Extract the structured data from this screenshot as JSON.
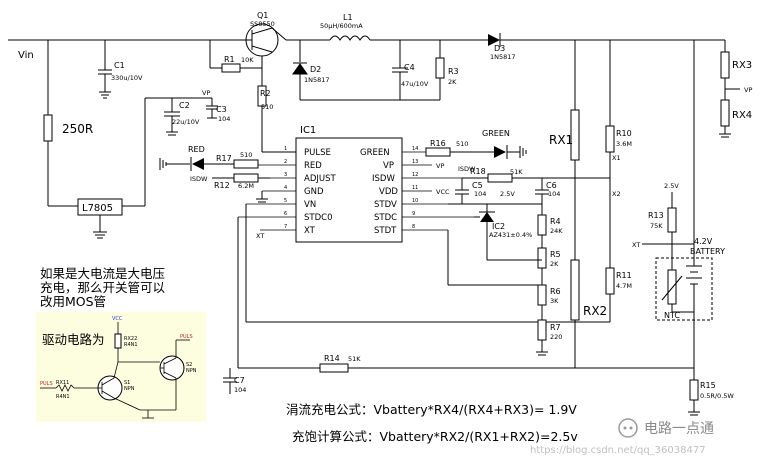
{
  "net_labels": {
    "vin": "Vin",
    "vp": "VP",
    "isdw": "ISDW",
    "vcc": "VCC",
    "xt": "XT",
    "x1": "X1",
    "x2": "X2",
    "v2_5_a": "2.5V",
    "v2_5_b": "2.5V"
  },
  "components": {
    "q1": {
      "ref": "Q1",
      "value": "SS8550"
    },
    "l1": {
      "ref": "L1",
      "value": "50μH/600mA"
    },
    "d3": {
      "ref": "D3",
      "value": "1N5817"
    },
    "d2": {
      "ref": "D2",
      "value": "1N5817"
    },
    "c1": {
      "ref": "C1",
      "value": "330u/10V"
    },
    "c2": {
      "ref": "C2",
      "value": "22u/10V"
    },
    "c3": {
      "ref": "C3",
      "value": "104"
    },
    "c4": {
      "ref": "C4",
      "value": "47u/10V"
    },
    "c5": {
      "ref": "C5",
      "value": "104"
    },
    "c6": {
      "ref": "C6",
      "value": "104"
    },
    "c7": {
      "ref": "C7",
      "value": "104"
    },
    "r1": {
      "ref": "R1",
      "value": "10K"
    },
    "r2": {
      "ref": "R2",
      "value": "510"
    },
    "r3": {
      "ref": "R3",
      "value": "2K"
    },
    "r4": {
      "ref": "R4",
      "value": "24K"
    },
    "r5": {
      "ref": "R5",
      "value": "2K"
    },
    "r6": {
      "ref": "R6",
      "value": "3K"
    },
    "r7": {
      "ref": "R7",
      "value": "220"
    },
    "r10": {
      "ref": "R10",
      "value": "3.6M"
    },
    "r11": {
      "ref": "R11",
      "value": "4.7M"
    },
    "r12": {
      "ref": "R12",
      "value": "6.2M"
    },
    "r13": {
      "ref": "R13",
      "value": "75K"
    },
    "r14": {
      "ref": "R14",
      "value": "51K"
    },
    "r15": {
      "ref": "R15",
      "value": "0.5R/0.5W"
    },
    "r16": {
      "ref": "R16",
      "value": "510"
    },
    "r17": {
      "ref": "R17",
      "value": "510"
    },
    "r18": {
      "ref": "R18",
      "value": "51K"
    },
    "r250": {
      "value": "250R"
    },
    "reg": {
      "value": "L7805"
    },
    "ic2": {
      "ref": "IC2",
      "value": "AZ431±0.4%"
    },
    "rx1": {
      "ref": "RX1"
    },
    "rx2": {
      "ref": "RX2"
    },
    "rx3": {
      "ref": "RX3"
    },
    "rx4": {
      "ref": "RX4"
    },
    "led_red": {
      "label": "RED"
    },
    "led_green": {
      "label": "GREEN"
    },
    "battery": {
      "label_voltage": "4.2V",
      "label": "BATTERY"
    },
    "ntc": {
      "label": "NTC"
    }
  },
  "ic1": {
    "ref": "IC1",
    "left_pins": [
      {
        "num": "1",
        "name": "PULSE"
      },
      {
        "num": "2",
        "name": "RED"
      },
      {
        "num": "3",
        "name": "ADJUST"
      },
      {
        "num": "4",
        "name": "GND"
      },
      {
        "num": "5",
        "name": "VN"
      },
      {
        "num": "6",
        "name": "STDC0"
      },
      {
        "num": "7",
        "name": "XT"
      }
    ],
    "right_pins": [
      {
        "num": "14",
        "name": "GREEN"
      },
      {
        "num": "13",
        "name": "VP"
      },
      {
        "num": "12",
        "name": "ISDW"
      },
      {
        "num": "11",
        "name": "VDD"
      },
      {
        "num": "10",
        "name": "STDV"
      },
      {
        "num": "9",
        "name": "STDC"
      },
      {
        "num": "8",
        "name": "STDT"
      }
    ],
    "right_net_labels": {
      "vp": "VP",
      "vcc": "VCC"
    }
  },
  "notes": {
    "note_line1": "如果是大电流是大电压",
    "note_line2": "充电，那么开关管可以",
    "note_line3": "改用MOS管",
    "drive_title": "驱动电路为",
    "formula_trickle": "涓流充电公式：Vbattery*RX4/(RX4+RX3)= 1.9V",
    "formula_full": "充饱计算公式：Vbattery*RX2/(RX1+RX2)=2.5v"
  },
  "drive_circuit": {
    "vcc": "VCC",
    "rx22": "RX22",
    "rx22_val": "R4N1",
    "puls_in": "PULS",
    "rx11": "RX11",
    "rx11_val": "R4N1",
    "s1": "S1",
    "s1_type": "NPN",
    "s2": "S2",
    "s2_type": "NPN",
    "puls_out": "PULS"
  },
  "watermark": {
    "brand": "电路一点通",
    "url": "https://blog.csdn.net/qq_36038477"
  }
}
